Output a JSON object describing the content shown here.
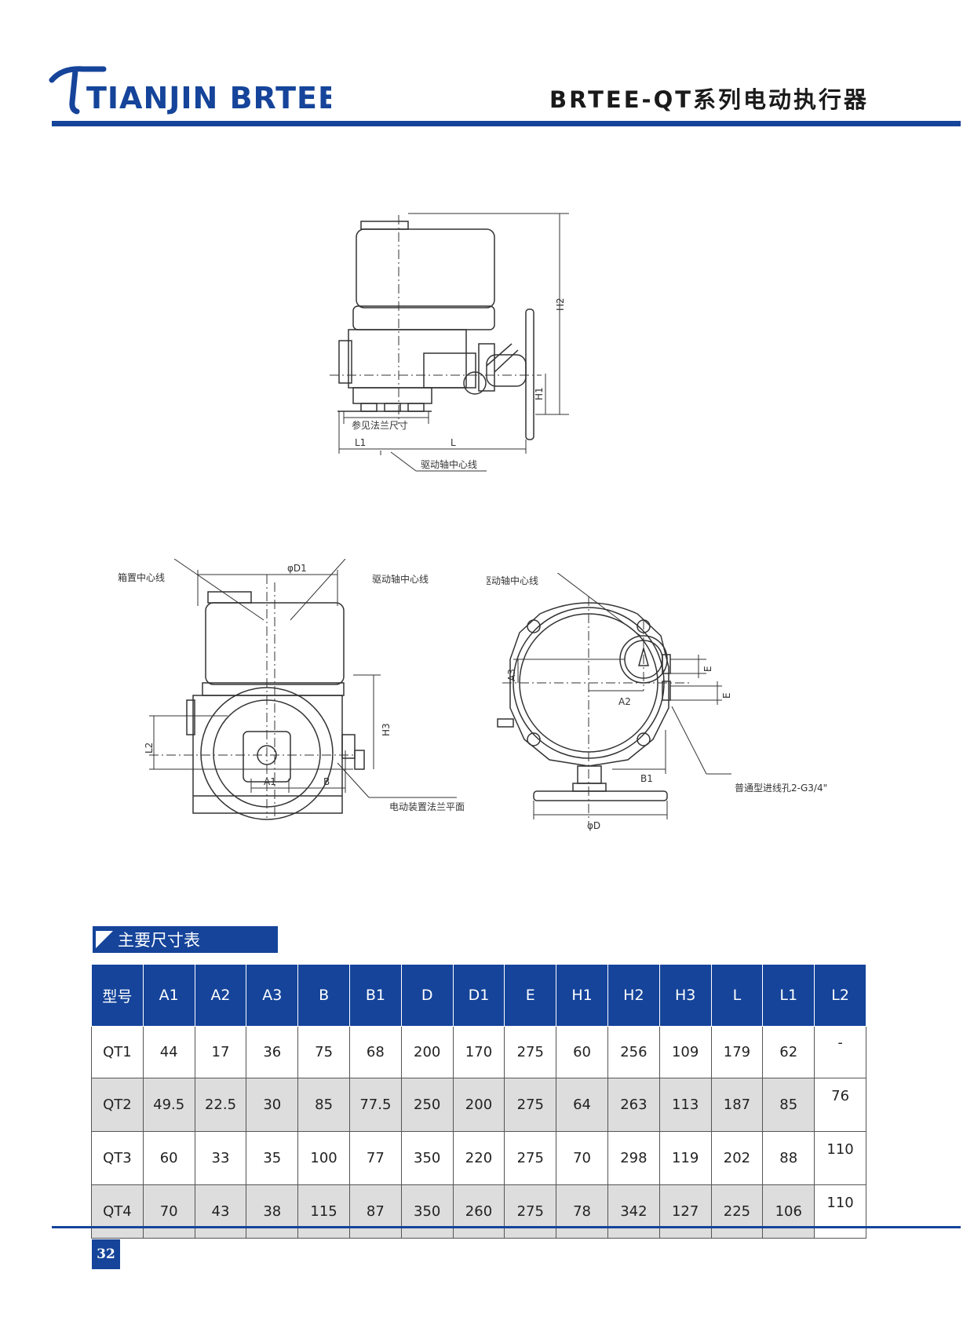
{
  "brand": {
    "name": "TIANJIN BRTEE",
    "color": "#15449a"
  },
  "header": {
    "title": "BRTEE-QT系列电动执行器"
  },
  "diagram_labels": {
    "flange_ref": "参见法兰尺寸",
    "drive_axis": "驱动轴中心线",
    "box_center": "箱置中心线",
    "device_flange_plane": "电动装置法兰平面",
    "inlet": "普通型进线孔2-G3/4\"",
    "dims": {
      "H1": "H1",
      "H2": "H2",
      "H3": "H3",
      "L": "L",
      "L1": "L1",
      "L2": "L2",
      "A1": "A1",
      "A2": "A2",
      "A3": "A3",
      "B": "B",
      "B1": "B1",
      "D": "φD",
      "D1": "φD1",
      "E": "E"
    }
  },
  "table": {
    "title": "主要尺寸表",
    "headers": [
      "型号",
      "A1",
      "A2",
      "A3",
      "B",
      "B1",
      "D",
      "D1",
      "E",
      "H1",
      "H2",
      "H3",
      "L",
      "L1",
      "L2"
    ],
    "rows": [
      [
        "QT1",
        "44",
        "17",
        "36",
        "75",
        "68",
        "200",
        "170",
        "275",
        "60",
        "256",
        "109",
        "179",
        "62",
        "-"
      ],
      [
        "QT2",
        "49.5",
        "22.5",
        "30",
        "85",
        "77.5",
        "250",
        "200",
        "275",
        "64",
        "263",
        "113",
        "187",
        "85",
        "76"
      ],
      [
        "QT3",
        "60",
        "33",
        "35",
        "100",
        "77",
        "350",
        "220",
        "275",
        "70",
        "298",
        "119",
        "202",
        "88",
        "110"
      ],
      [
        "QT4",
        "70",
        "43",
        "38",
        "115",
        "87",
        "350",
        "260",
        "275",
        "78",
        "342",
        "127",
        "225",
        "106",
        "110"
      ]
    ]
  },
  "footer": {
    "page_number": "32"
  }
}
